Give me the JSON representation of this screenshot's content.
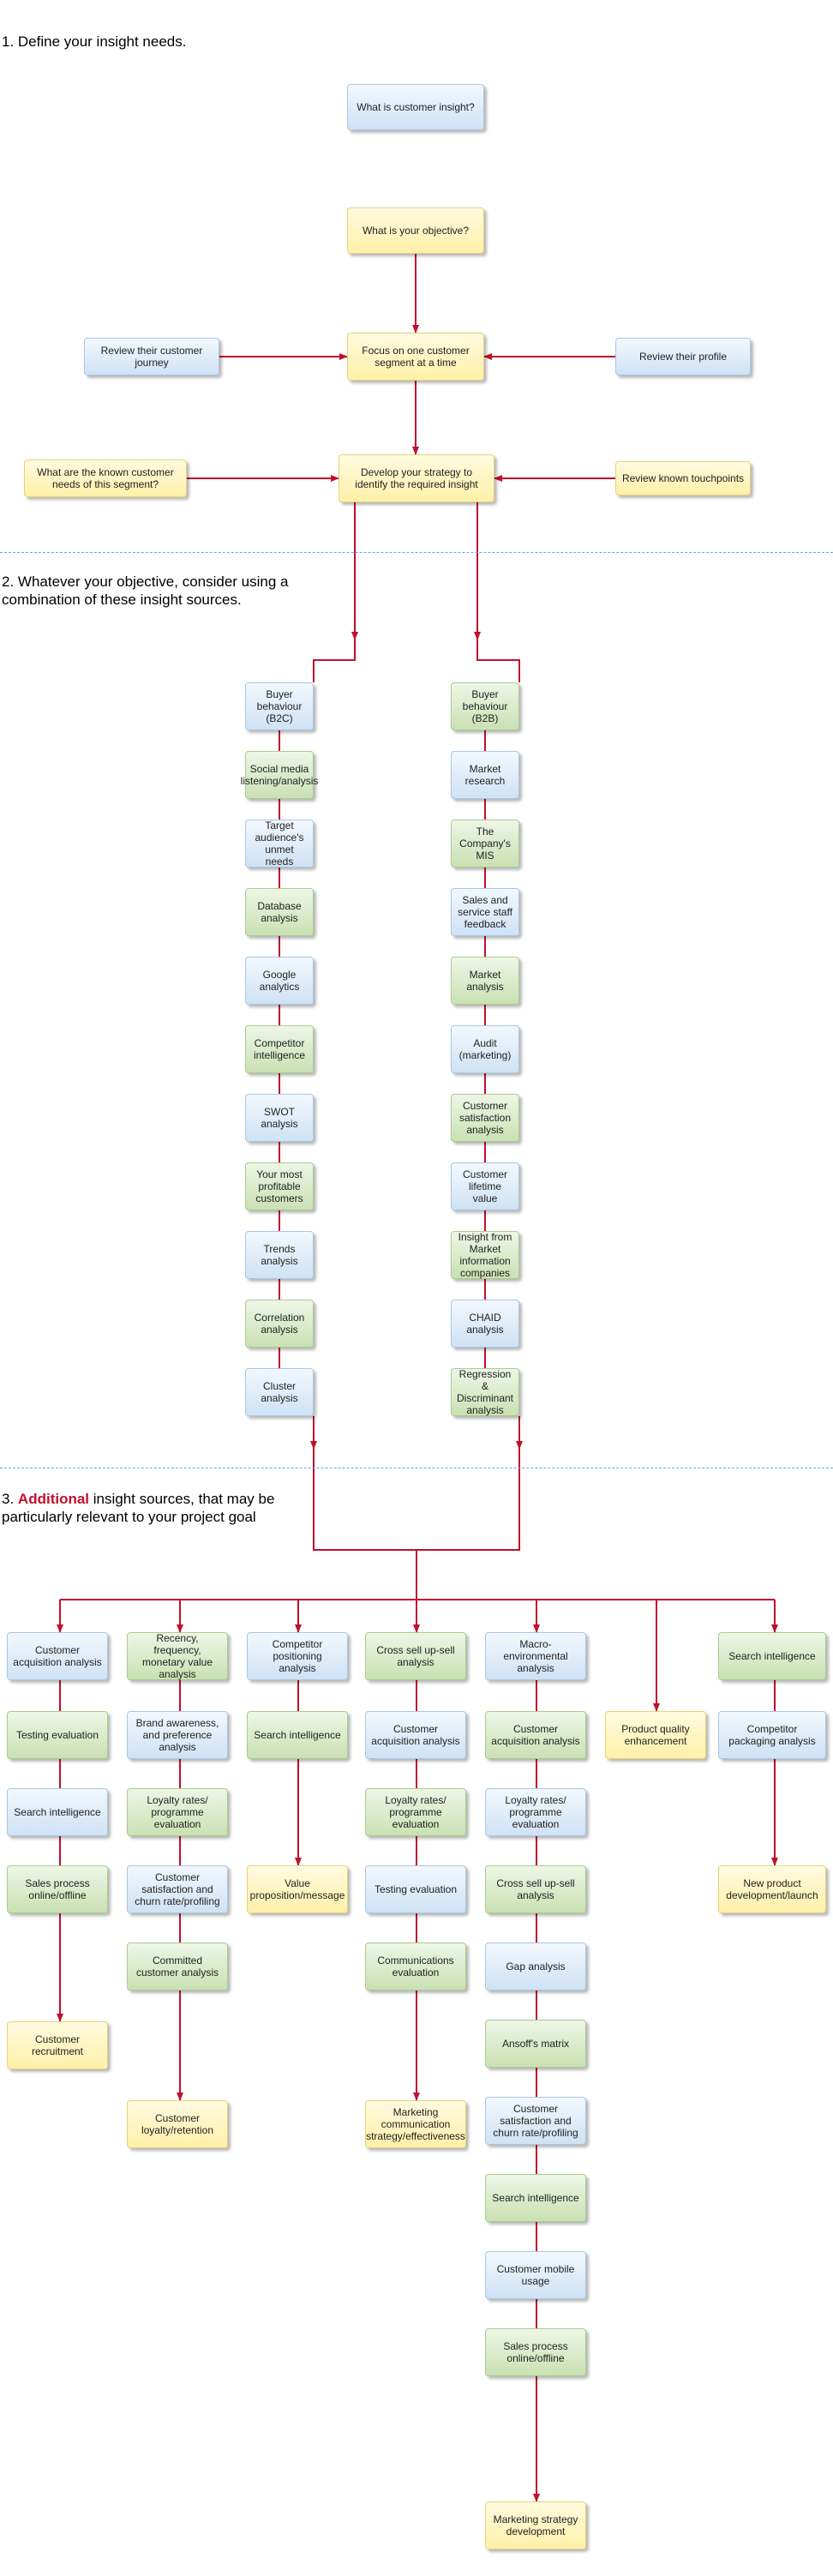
{
  "sections": {
    "s1": "1. Define your insight needs.",
    "s2": "2. Whatever your objective, consider using a\ncombination of these insight sources.",
    "s3_num": "3.",
    "s3_accent": "Additional",
    "s3_rest": " insight sources, that may be\nparticularly relevant to your project goal"
  },
  "nodes": {
    "what_is_ci": "What is customer insight?",
    "objective": "What is your objective?",
    "review_journey": "Review their customer journey",
    "focus_segment": "Focus on one customer segment at a time",
    "review_profile": "Review their profile",
    "known_needs": "What are the known customer needs of this segment?",
    "develop_strategy": "Develop your strategy to identify the required insight",
    "touchpoints": "Review known touchpoints",
    "b2c": [
      "Buyer behaviour (B2C)",
      "Social media listening/analysis",
      "Target audience's unmet needs",
      "Database analysis",
      "Google analytics",
      "Competitor intelligence",
      "SWOT analysis",
      "Your most profitable customers",
      "Trends analysis",
      "Correlation analysis",
      "Cluster analysis"
    ],
    "b2b": [
      "Buyer behaviour (B2B)",
      "Market research",
      "The Company's MIS",
      "Sales and service staff feedback",
      "Market analysis",
      "Audit (marketing)",
      "Customer satisfaction analysis",
      "Customer lifetime value",
      "Insight from Market information companies",
      "CHAID analysis",
      "Regression & Discriminant analysis"
    ],
    "col1": [
      "Customer acquisition analysis",
      "Testing evaluation",
      "Search intelligence",
      "Sales process online/offline",
      "Customer recruitment"
    ],
    "col2": [
      "Recency, frequency, monetary value analysis",
      "Brand awareness, and preference analysis",
      "Loyalty rates/ programme evaluation",
      "Customer satisfaction and churn rate/profiling",
      "Committed customer analysis",
      "Customer loyalty/retention"
    ],
    "col3": [
      "Competitor positioning analysis",
      "Search intelligence",
      "Value proposition/message"
    ],
    "col4": [
      "Cross sell up-sell analysis",
      "Customer acquisition analysis",
      "Loyalty rates/ programme evaluation",
      "Testing evaluation",
      "Communications evaluation",
      "Marketing communication strategy/effectiveness"
    ],
    "col5": [
      "Macro-environmental analysis",
      "Customer acquisition analysis",
      "Loyalty rates/ programme evaluation",
      "Cross sell up-sell analysis",
      "Gap analysis",
      "Ansoff's matrix",
      "Customer satisfaction and churn rate/profiling",
      "Search intelligence",
      "Customer mobile usage",
      "Sales process online/offline",
      "Marketing strategy development"
    ],
    "col6": [
      "Product quality enhancement"
    ],
    "col7": [
      "Search intelligence",
      "Competitor packaging analysis",
      "New product development/launch"
    ]
  },
  "colors": {
    "edge": "#c0102c",
    "separator": "#6fa8d6",
    "blue": "#cfe2f5",
    "green": "#c9e1b3",
    "yellow": "#fff0a8"
  }
}
